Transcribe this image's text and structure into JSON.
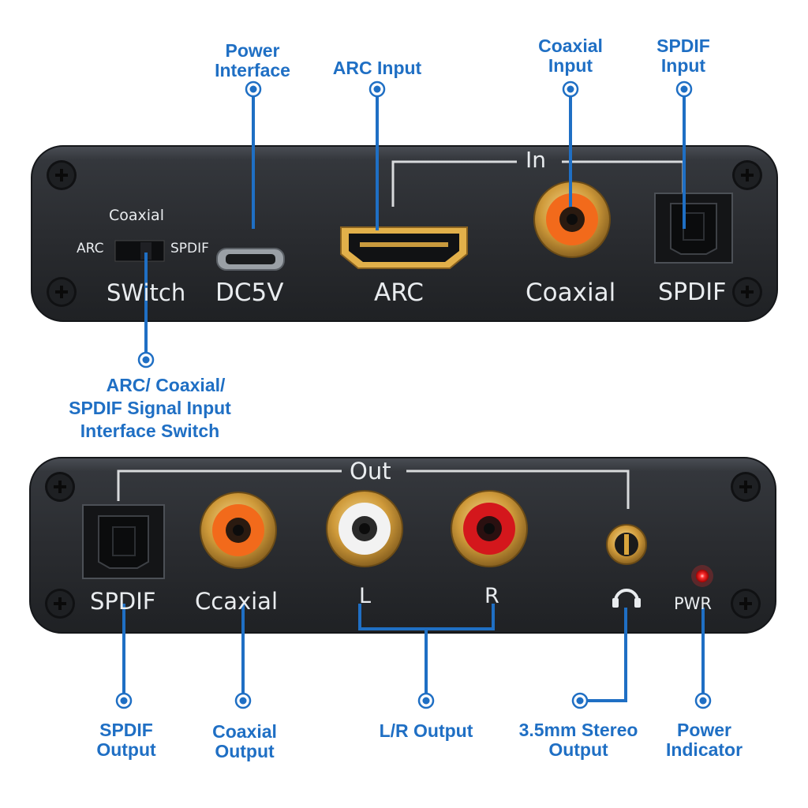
{
  "top_panel": {
    "labels": {
      "switch_top": "Coaxial",
      "switch_left": "ARC",
      "switch_right": "SPDIF",
      "switch": "SWitch",
      "dc": "DC5V",
      "arc": "ARC",
      "coaxial": "Coaxial",
      "spdif": "SPDIF",
      "group": "In"
    }
  },
  "bottom_panel": {
    "labels": {
      "spdif": "SPDIF",
      "coaxial": "Ccaxial",
      "left": "L",
      "right": "R",
      "pwr": "PWR",
      "group": "Out"
    }
  },
  "callouts": {
    "power_interface": [
      "Power",
      "Interface"
    ],
    "arc_input": [
      "ARC Input"
    ],
    "coaxial_input": [
      "Coaxial",
      "Input"
    ],
    "spdif_input": [
      "SPDIF",
      "Input"
    ],
    "switch_desc": [
      "ARC/ Coaxial/",
      "SPDIF Signal Input",
      "Interface Switch"
    ],
    "spdif_output": [
      "SPDIF",
      "Output"
    ],
    "coaxial_output": [
      "Coaxial",
      "Output"
    ],
    "lr_output": [
      "L/R Output"
    ],
    "stereo_output": [
      "3.5mm Stereo",
      "Output"
    ],
    "power_indicator": [
      "Power",
      "Indicator"
    ]
  },
  "colors": {
    "callout_blue": "#1f6fc4",
    "panel": "#2b2e33",
    "rca_orange": "#f26a1b",
    "rca_red": "#d4171c",
    "rca_white": "#f2f2f2",
    "gold": "#d9a53c",
    "led": "#ff2a2a"
  },
  "icons": {
    "screws": "phillips-screw-icon",
    "headphone": "headphone-icon"
  }
}
